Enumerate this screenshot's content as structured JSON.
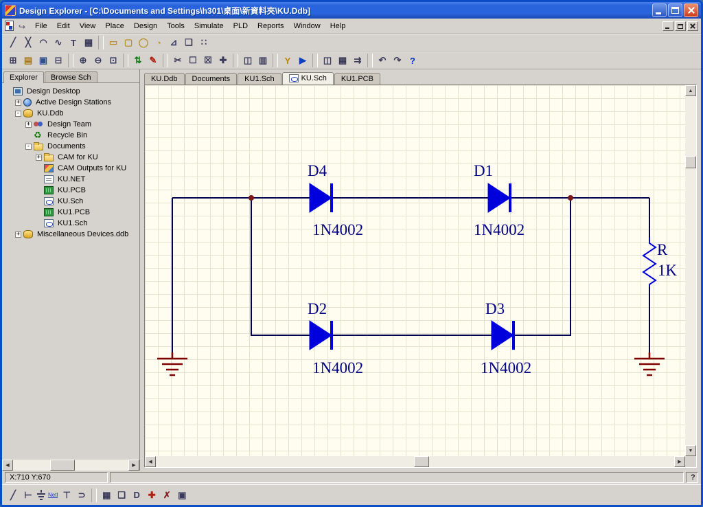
{
  "window": {
    "title": "Design Explorer - [C:\\Documents and Settings\\h301\\桌面\\新資料夾\\KU.Ddb]"
  },
  "menu": {
    "items": [
      "File",
      "Edit",
      "View",
      "Place",
      "Design",
      "Tools",
      "Simulate",
      "PLD",
      "Reports",
      "Window",
      "Help"
    ]
  },
  "toolbar_drawing": {
    "items": [
      {
        "name": "line-tool-icon",
        "glyph": "╱"
      },
      {
        "name": "crossed-lines-tool-icon",
        "glyph": "╳"
      },
      {
        "name": "arc-tool-icon",
        "glyph": "◠"
      },
      {
        "name": "bezier-tool-icon",
        "glyph": "∿"
      },
      {
        "name": "text-tool-icon",
        "glyph": "T"
      },
      {
        "name": "text-frame-tool-icon",
        "glyph": "▦"
      },
      {
        "type": "sep"
      },
      {
        "name": "rectangle-tool-icon",
        "glyph": "▭",
        "color": "#b8912a"
      },
      {
        "name": "rounded-rectangle-tool-icon",
        "glyph": "▢",
        "color": "#b8912a"
      },
      {
        "name": "ellipse-tool-icon",
        "glyph": "◯",
        "color": "#b8912a"
      },
      {
        "name": "pie-tool-icon",
        "glyph": "◔",
        "color": "#b8912a"
      },
      {
        "name": "graph-tool-icon",
        "glyph": "⊿",
        "color": "#3a3a6a"
      },
      {
        "name": "paste-array-tool-icon",
        "glyph": "❏"
      },
      {
        "name": "array-dots-tool-icon",
        "glyph": "∷"
      }
    ]
  },
  "toolbar_main": {
    "items": [
      {
        "name": "document-explorer-icon",
        "glyph": "⊞"
      },
      {
        "name": "open-document-icon",
        "glyph": "▤",
        "color": "#a8781e"
      },
      {
        "name": "save-icon",
        "glyph": "▣",
        "color": "#2f4f8f"
      },
      {
        "name": "print-icon",
        "glyph": "⊟",
        "color": "#50506a"
      },
      {
        "type": "sep"
      },
      {
        "name": "zoom-in-icon",
        "glyph": "⊕"
      },
      {
        "name": "zoom-out-icon",
        "glyph": "⊖"
      },
      {
        "name": "zoom-area-icon",
        "glyph": "⊡"
      },
      {
        "type": "sep"
      },
      {
        "name": "hierarchy-up-down-icon",
        "glyph": "⇅",
        "color": "#0a7a0a"
      },
      {
        "name": "redline-pen-icon",
        "glyph": "✎",
        "color": "#b02010"
      },
      {
        "type": "sep"
      },
      {
        "name": "cut-icon",
        "glyph": "✂"
      },
      {
        "name": "select-area-icon",
        "glyph": "☐"
      },
      {
        "name": "deselect-icon",
        "glyph": "☒"
      },
      {
        "name": "move-icon",
        "glyph": "✚"
      },
      {
        "type": "sep"
      },
      {
        "name": "component-browser-icon",
        "glyph": "◫"
      },
      {
        "name": "library-icon",
        "glyph": "▥"
      },
      {
        "type": "sep"
      },
      {
        "name": "wiring-tools-icon",
        "glyph": "Y",
        "color": "#b8860b"
      },
      {
        "name": "cursor-arrow-icon",
        "glyph": "▶",
        "color": "#1040c0"
      },
      {
        "type": "sep"
      },
      {
        "name": "digital-parts-icon",
        "glyph": "◫"
      },
      {
        "name": "simulation-parts-icon",
        "glyph": "▦"
      },
      {
        "name": "netlist-icon",
        "glyph": "⇉"
      },
      {
        "type": "sep"
      },
      {
        "name": "undo-icon",
        "glyph": "↶"
      },
      {
        "name": "redo-icon",
        "glyph": "↷"
      },
      {
        "name": "help-icon",
        "glyph": "?",
        "color": "#0030c0"
      }
    ]
  },
  "panel": {
    "tabs": [
      {
        "label": "Explorer",
        "active": true
      },
      {
        "label": "Browse Sch",
        "active": false
      }
    ]
  },
  "tree": {
    "items": [
      {
        "label": "Design Desktop",
        "level": 0,
        "expander": null,
        "icon": "desktop"
      },
      {
        "label": "Active Design Stations",
        "level": 1,
        "expander": "+",
        "icon": "stations"
      },
      {
        "label": "KU.Ddb",
        "level": 1,
        "expander": "-",
        "icon": "database"
      },
      {
        "label": "Design Team",
        "level": 2,
        "expander": "+",
        "icon": "team"
      },
      {
        "label": "Recycle Bin",
        "level": 2,
        "expander": null,
        "icon": "recycle"
      },
      {
        "label": "Documents",
        "level": 2,
        "expander": "-",
        "icon": "folder-open"
      },
      {
        "label": "CAM for KU",
        "level": 3,
        "expander": "+",
        "icon": "folder"
      },
      {
        "label": "CAM Outputs for KU",
        "level": 3,
        "expander": null,
        "icon": "cam"
      },
      {
        "label": "KU.NET",
        "level": 3,
        "expander": null,
        "icon": "net"
      },
      {
        "label": "KU.PCB",
        "level": 3,
        "expander": null,
        "icon": "pcb"
      },
      {
        "label": "KU.Sch",
        "level": 3,
        "expander": null,
        "icon": "sch",
        "selected": true
      },
      {
        "label": "KU1.PCB",
        "level": 3,
        "expander": null,
        "icon": "pcb"
      },
      {
        "label": "KU1.Sch",
        "level": 3,
        "expander": null,
        "icon": "sch"
      },
      {
        "label": "Miscellaneous Devices.ddb",
        "level": 1,
        "expander": "+",
        "icon": "database"
      }
    ]
  },
  "doc_tabs": {
    "items": [
      {
        "label": "KU.Ddb",
        "active": false
      },
      {
        "label": "Documents",
        "active": false
      },
      {
        "label": "KU1.Sch",
        "active": false
      },
      {
        "label": "KU.Sch",
        "active": true,
        "icon": "sch"
      },
      {
        "label": "KU1.PCB",
        "active": false
      }
    ]
  },
  "schematic": {
    "components": [
      {
        "designator": "D4",
        "part": "1N4002"
      },
      {
        "designator": "D1",
        "part": "1N4002"
      },
      {
        "designator": "D2",
        "part": "1N4002"
      },
      {
        "designator": "D3",
        "part": "1N4002"
      },
      {
        "designator": "R",
        "part": "1K"
      }
    ],
    "colors": {
      "wire": "#000050",
      "device": "#0000dd",
      "label": "#000080",
      "junction": "#7a1a1a",
      "power": "#800000",
      "canvas": "#fffcf0",
      "grid": "#e3e3d0"
    }
  },
  "statusbar": {
    "coords": "X:710 Y:670"
  },
  "toolbar_bottom": {
    "items": [
      {
        "name": "line-icon",
        "glyph": "╱"
      },
      {
        "name": "part-tree-icon",
        "glyph": "⊢"
      },
      {
        "name": "ground-icon",
        "cls": "ic-ground"
      },
      {
        "name": "net-label-icon",
        "cls": "ic-netl",
        "text": "Netl"
      },
      {
        "name": "power-port-icon",
        "glyph": "⊤"
      },
      {
        "name": "gate-icon",
        "glyph": "⊃"
      },
      {
        "type": "sep"
      },
      {
        "name": "grid-icon",
        "glyph": "▦"
      },
      {
        "name": "sheet-icon",
        "glyph": "❏"
      },
      {
        "name": "dcode-icon",
        "glyph": "D"
      },
      {
        "name": "red-cross-icon",
        "glyph": "✚",
        "color": "#b02010"
      },
      {
        "name": "x-mark-icon",
        "glyph": "✗",
        "color": "#802020"
      },
      {
        "name": "label-icon",
        "glyph": "▣"
      }
    ]
  }
}
